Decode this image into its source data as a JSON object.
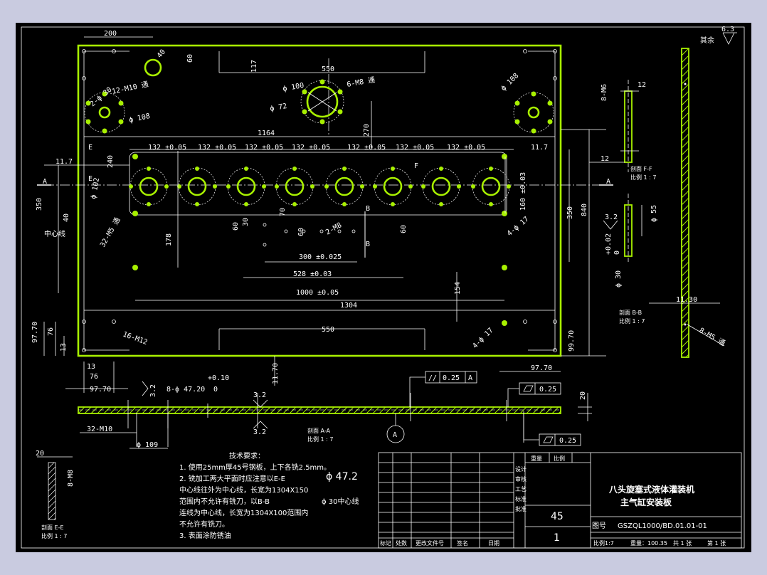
{
  "surface": "#a8f000",
  "roughness": {
    "general": "6.3",
    "general_note": "其余",
    "flat": "3.2"
  },
  "top_view": {
    "dims": {
      "w200": "200",
      "r40": "40",
      "h60": "60",
      "h117": "117",
      "w550": "550",
      "dia30": "2-ϕ 30",
      "thread_m10": "12-M10 通",
      "dia108_l": "ϕ 108",
      "dia100": "ϕ 100",
      "dia72": "ϕ 72",
      "thread_m8": "6-M8 通",
      "dia108_r": "ϕ 108",
      "h270": "270",
      "w1164": "1164",
      "e_left": "E",
      "e_right": "E",
      "w117_l": "11.7",
      "w117_r": "11.7",
      "h240": "240",
      "pitch": "132 ±0.05",
      "a_left": "A",
      "a_right": "A",
      "h350_l": "350",
      "h40": "40",
      "d102": "ϕ 102",
      "thread_m5": "32-M5 通",
      "center_line": "中心线",
      "h178": "178",
      "h60b": "60",
      "h30": "30",
      "h70": "70",
      "h60c": "60",
      "thread_m8b": "2-M8",
      "b_top": "B",
      "b_bot": "B",
      "f_label": "F",
      "h60d": "60",
      "w300": "300 ±0.025",
      "w528": "528 ±0.03",
      "w1000": "1000 ±0.05",
      "h154": "154",
      "w1304": "1304",
      "h160": "160 ±0.03",
      "hole4_17": "4-ϕ 17",
      "h350_r": "350",
      "h840": "840",
      "h9770_l": "97.70",
      "h76": "76",
      "h13": "13",
      "thread_m12": "16-M12",
      "w550b": "550",
      "hole4_17b": "4-ϕ 17",
      "h9970": "99.70",
      "w13": "13",
      "w76": "76",
      "w9770_l": "97.70",
      "w9770_r": "97.70",
      "h1170": "11.70"
    }
  },
  "section_aa": {
    "holes": "8-ϕ 47.20",
    "tol_upper": "+0.10",
    "tol_lower": "0",
    "parallel": "//",
    "parallel_val": "0.25",
    "parallel_ref": "A",
    "flat_val": "0.25",
    "flat_val2": "0.25",
    "thickness": "20",
    "thread_m10b": "32-M10",
    "dia109": "ϕ 109",
    "datum": "A",
    "caption": "剖面 A-A",
    "scale": "比例 1 : 7"
  },
  "side_views": {
    "m6": "8-M6",
    "w12": "12",
    "h12": "12",
    "caption_ff": "剖面 F-F",
    "scale_ff": "比例 1 : 7",
    "dia55": "ϕ 55",
    "tol002": "+0.02",
    "tol0": "0",
    "dia30": "ϕ 30",
    "caption_bb": "剖面 B-B",
    "scale_bb": "比例 1 : 7",
    "w1130": "11.30",
    "m5b": "8-M5 通",
    "w20": "20",
    "m8c": "8-M8",
    "caption_ee": "剖面 E-E",
    "scale_ee": "比例 1 : 7"
  },
  "notes": {
    "heading": "技术要求：",
    "lines": [
      "1. 使用25mm厚45号钢板，上下各铣2.5mm。",
      "2. 铣加工两大平面时应注意以E-E",
      "   中心线往外为中心线，长宽为1304X150",
      "   范围内不允许有铣刀，以B-B",
      "   连线为中心线，长宽为1304X100范围内",
      "   不允许有铣刀。",
      "3. 表面涂防锈油"
    ],
    "dia472": "ϕ 47.2",
    "center30": "ϕ 30中心线"
  },
  "title_block": {
    "part_name_1": "八头旋塞式液体灌装机",
    "part_name_2": "主气缸安装板",
    "weight": "重量",
    "ratio": "比例",
    "qty": "45",
    "count": "1",
    "drawing_no_label": "图号",
    "drawing_no": "GSZQL1000/BD.01.01-01",
    "scale": "比例1:7",
    "mass": "重量：100.35",
    "sheet": "共 1 张",
    "sheet_no": "第 1 张",
    "row_labels": [
      "设计",
      "审核",
      "工艺",
      "标准",
      "批准"
    ],
    "bottom_labels": [
      "标记",
      "处数",
      "更改文件号",
      "签名",
      "日期"
    ]
  }
}
